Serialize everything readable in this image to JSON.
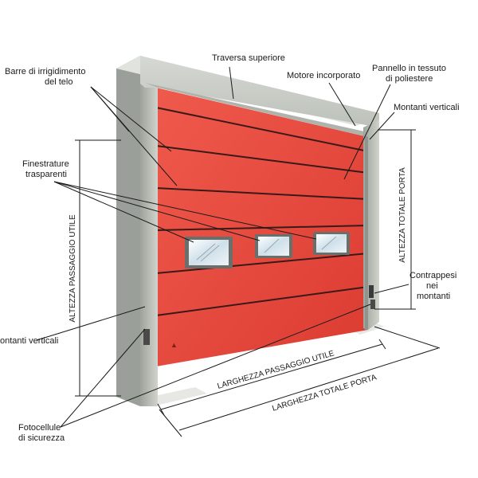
{
  "labels": {
    "traversa": "Traversa superiore",
    "barre_1": "Barre di irrigidimento",
    "barre_2": "del telo",
    "motore": "Motore incorporato",
    "pannello_1": "Pannello in tessuto",
    "pannello_2": "di poliestere",
    "montanti_right": "Montanti verticali",
    "finestrature_1": "Finestrature",
    "finestrature_2": "trasparenti",
    "contrappesi_1": "Contrappesi",
    "contrappesi_2": "nei",
    "contrappesi_3": "montanti",
    "montanti_left": "ontanti verticali",
    "fotocellule_1": "Fotocellule",
    "fotocellule_2": "di sicurezza"
  },
  "dimensions": {
    "altezza_passaggio_utile": "ALTEZZA PASSAGGIO UTILE",
    "altezza_totale_porta": "ALTEZZA TOTALE PORTA",
    "larghezza_passaggio_utile": "LARGHEZZA PASSAGGIO UTILE",
    "larghezza_totale_porta": "LARGHEZZA TOTALE PORTA"
  },
  "colors": {
    "curtain": "#e9473b",
    "frame_front": "#c4c8c1",
    "frame_side": "#a3a8a1",
    "leader": "#1a1a1a"
  }
}
